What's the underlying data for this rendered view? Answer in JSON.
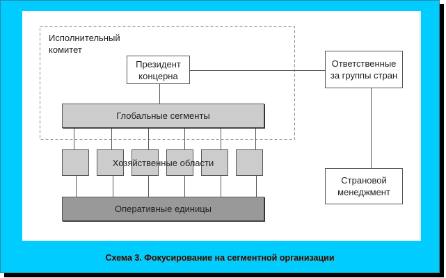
{
  "diagram": {
    "executive_committee": "Исполнительный комитет",
    "president": "Президент концерна",
    "responsible": "Ответственные за группы стран",
    "global_segments": "Глобальные сегменты",
    "business_areas": "Хозяйственные области",
    "operational_units": "Оперативные единицы",
    "country_management": "Страновой менеджмент",
    "caption": "Схема 3. Фокусирование на сегментной организации"
  }
}
